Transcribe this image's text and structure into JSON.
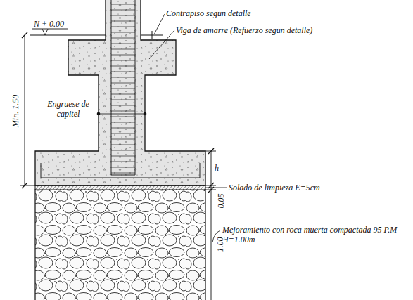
{
  "diagram": {
    "labels": [
      "N + 0.00",
      "Contrapiso segun detalle",
      "Viga de amarre (Refuerzo segun detalle)",
      "Min. 1.50",
      "Engruese de capitel",
      "h",
      "Solado de limpieza E=5cm",
      "0.05",
      "Mejoramiento con roca muerta compactada 95 P.M H=1.00m",
      "1.00"
    ]
  }
}
